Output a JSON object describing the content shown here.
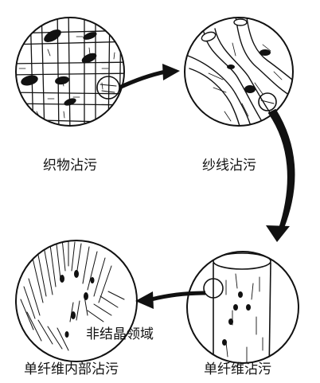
{
  "labels": {
    "fabric": "织物沾污",
    "yarn": "纱线沾污",
    "single_fiber": "单纤维沾污",
    "fiber_internal": "单纤维内部沾污",
    "amorphous": "非结晶领域"
  }
}
